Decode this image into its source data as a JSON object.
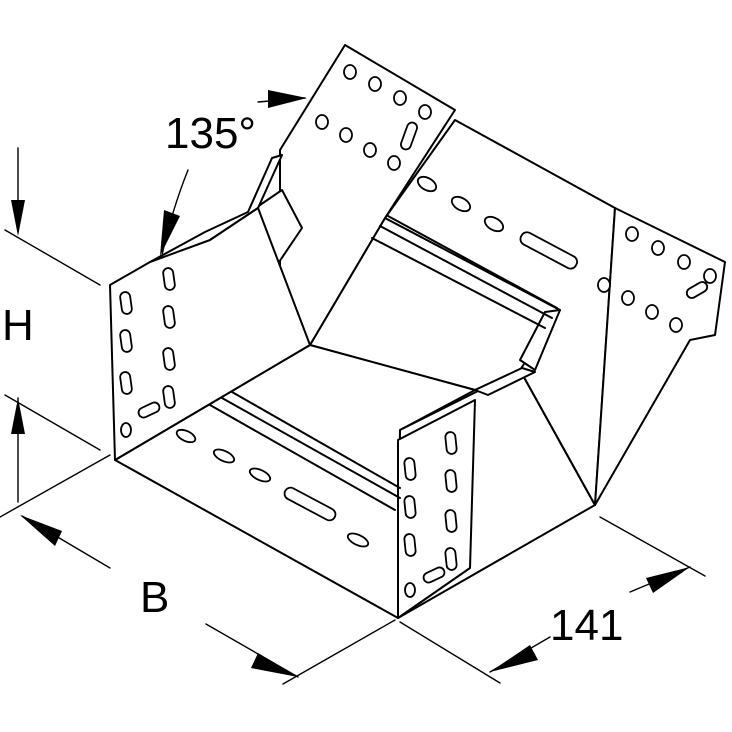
{
  "labels": {
    "angle": "135°",
    "height": "H",
    "width": "B",
    "length": "141"
  },
  "colors": {
    "line": "#000000",
    "background": "#ffffff"
  }
}
